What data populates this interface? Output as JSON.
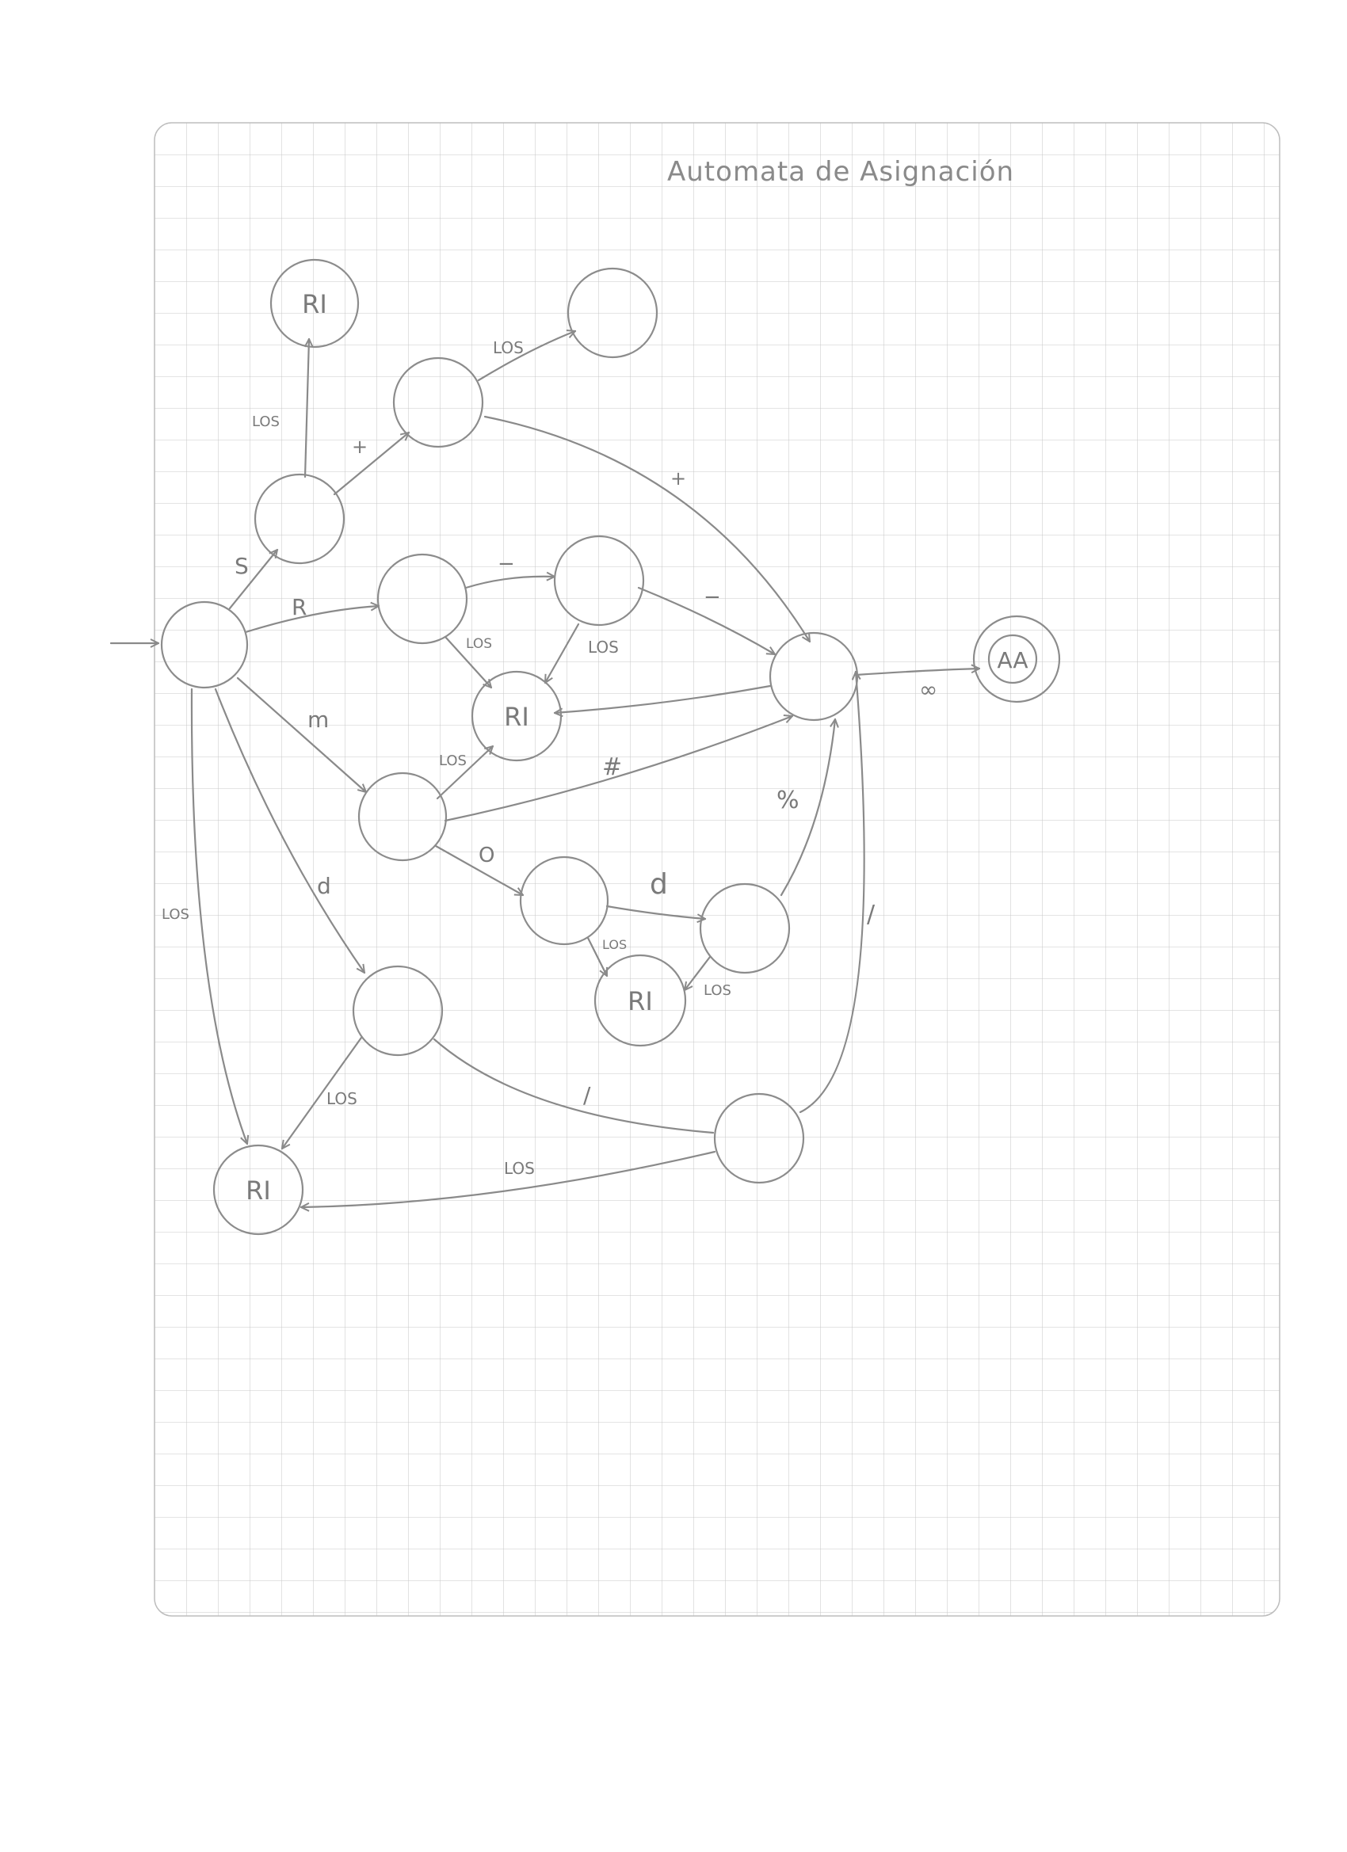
{
  "title": "Automata de Asignación",
  "states": {
    "q0": "",
    "q1": "",
    "q2": "",
    "q3": "",
    "q4": "",
    "q5": "",
    "q6": "",
    "q7": "",
    "q8": "",
    "q9": "",
    "q10": "",
    "q11": "",
    "ri_top": "RI",
    "ri_center": "RI",
    "ri_mid": "RI",
    "ri_bottom": "RI",
    "accept": "AA"
  },
  "edges": {
    "q0_q1": "S",
    "q0_q2": "R",
    "q0_q3": "m",
    "q0_q4": "d",
    "q0_ri_bottom": "LOS",
    "q1_ri_top": "LOS",
    "q1_q5": "+",
    "q5_q6": "LOS",
    "q5_q7": "+",
    "q2_q8": "−",
    "q2_ri_center": "LOS",
    "q8_q7": "−",
    "q8_ri_center": "LOS",
    "q3_ri_center": "LOS",
    "q3_q7": "#",
    "q3_q9": "O",
    "q9_q10": "d",
    "q9_ri_mid": "LOS",
    "q10_q7": "%",
    "q10_ri_mid": "LOS",
    "q4_ri_bottom": "LOS",
    "q4_q11": "/",
    "q11_q7": "/",
    "q11_ri_bottom": "LOS",
    "q7_accept": "∞"
  }
}
